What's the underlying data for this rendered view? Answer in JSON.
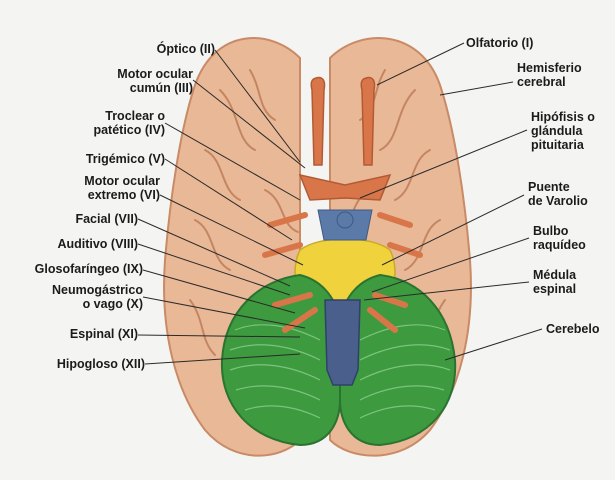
{
  "labels_left": [
    {
      "text": "Óptico (II)"
    },
    {
      "text": "Motor ocular\ncumún (III)"
    },
    {
      "text": "Troclear o\npatético (IV)"
    },
    {
      "text": "Trigémico (V)"
    },
    {
      "text": "Motor ocular\nextremo (VI)"
    },
    {
      "text": "Facial (VII)"
    },
    {
      "text": "Auditivo (VIII)"
    },
    {
      "text": "Glosofaríngeo (IX)"
    },
    {
      "text": "Neumogástrico\no vago (X)"
    },
    {
      "text": "Espinal (XI)"
    },
    {
      "text": "Hipogloso (XII)"
    }
  ],
  "labels_right": [
    {
      "text": "Olfatorio (I)"
    },
    {
      "text": "Hemisferio\ncerebral"
    },
    {
      "text": "Hipófisis o\nglándula\npituitaria"
    },
    {
      "text": "Puente\nde Varolio"
    },
    {
      "text": "Bulbo\nraquídeo"
    },
    {
      "text": "Médula\nespinal"
    },
    {
      "text": "Cerebelo"
    }
  ],
  "colors": {
    "cortex": "#e9b896",
    "cortex_outline": "#c98a66",
    "sulci": "#c48662",
    "nerves": "#d8764a",
    "cerebellum": "#3d9a3f",
    "pons": "#f0d23c",
    "vessels": "#5c7aa8",
    "spinal_cord": "#4a5f8c"
  }
}
